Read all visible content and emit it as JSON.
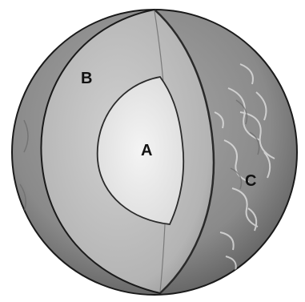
{
  "labels": {
    "inner_core": "A",
    "mantle": "B",
    "crust_surface": "C"
  },
  "colors": {
    "background": "#ffffff",
    "surface": "#8c8c8c",
    "mantle": "#b9b9b9",
    "core": "#e9e9e9",
    "outline": "#1a1a1a",
    "label": "#111111"
  }
}
